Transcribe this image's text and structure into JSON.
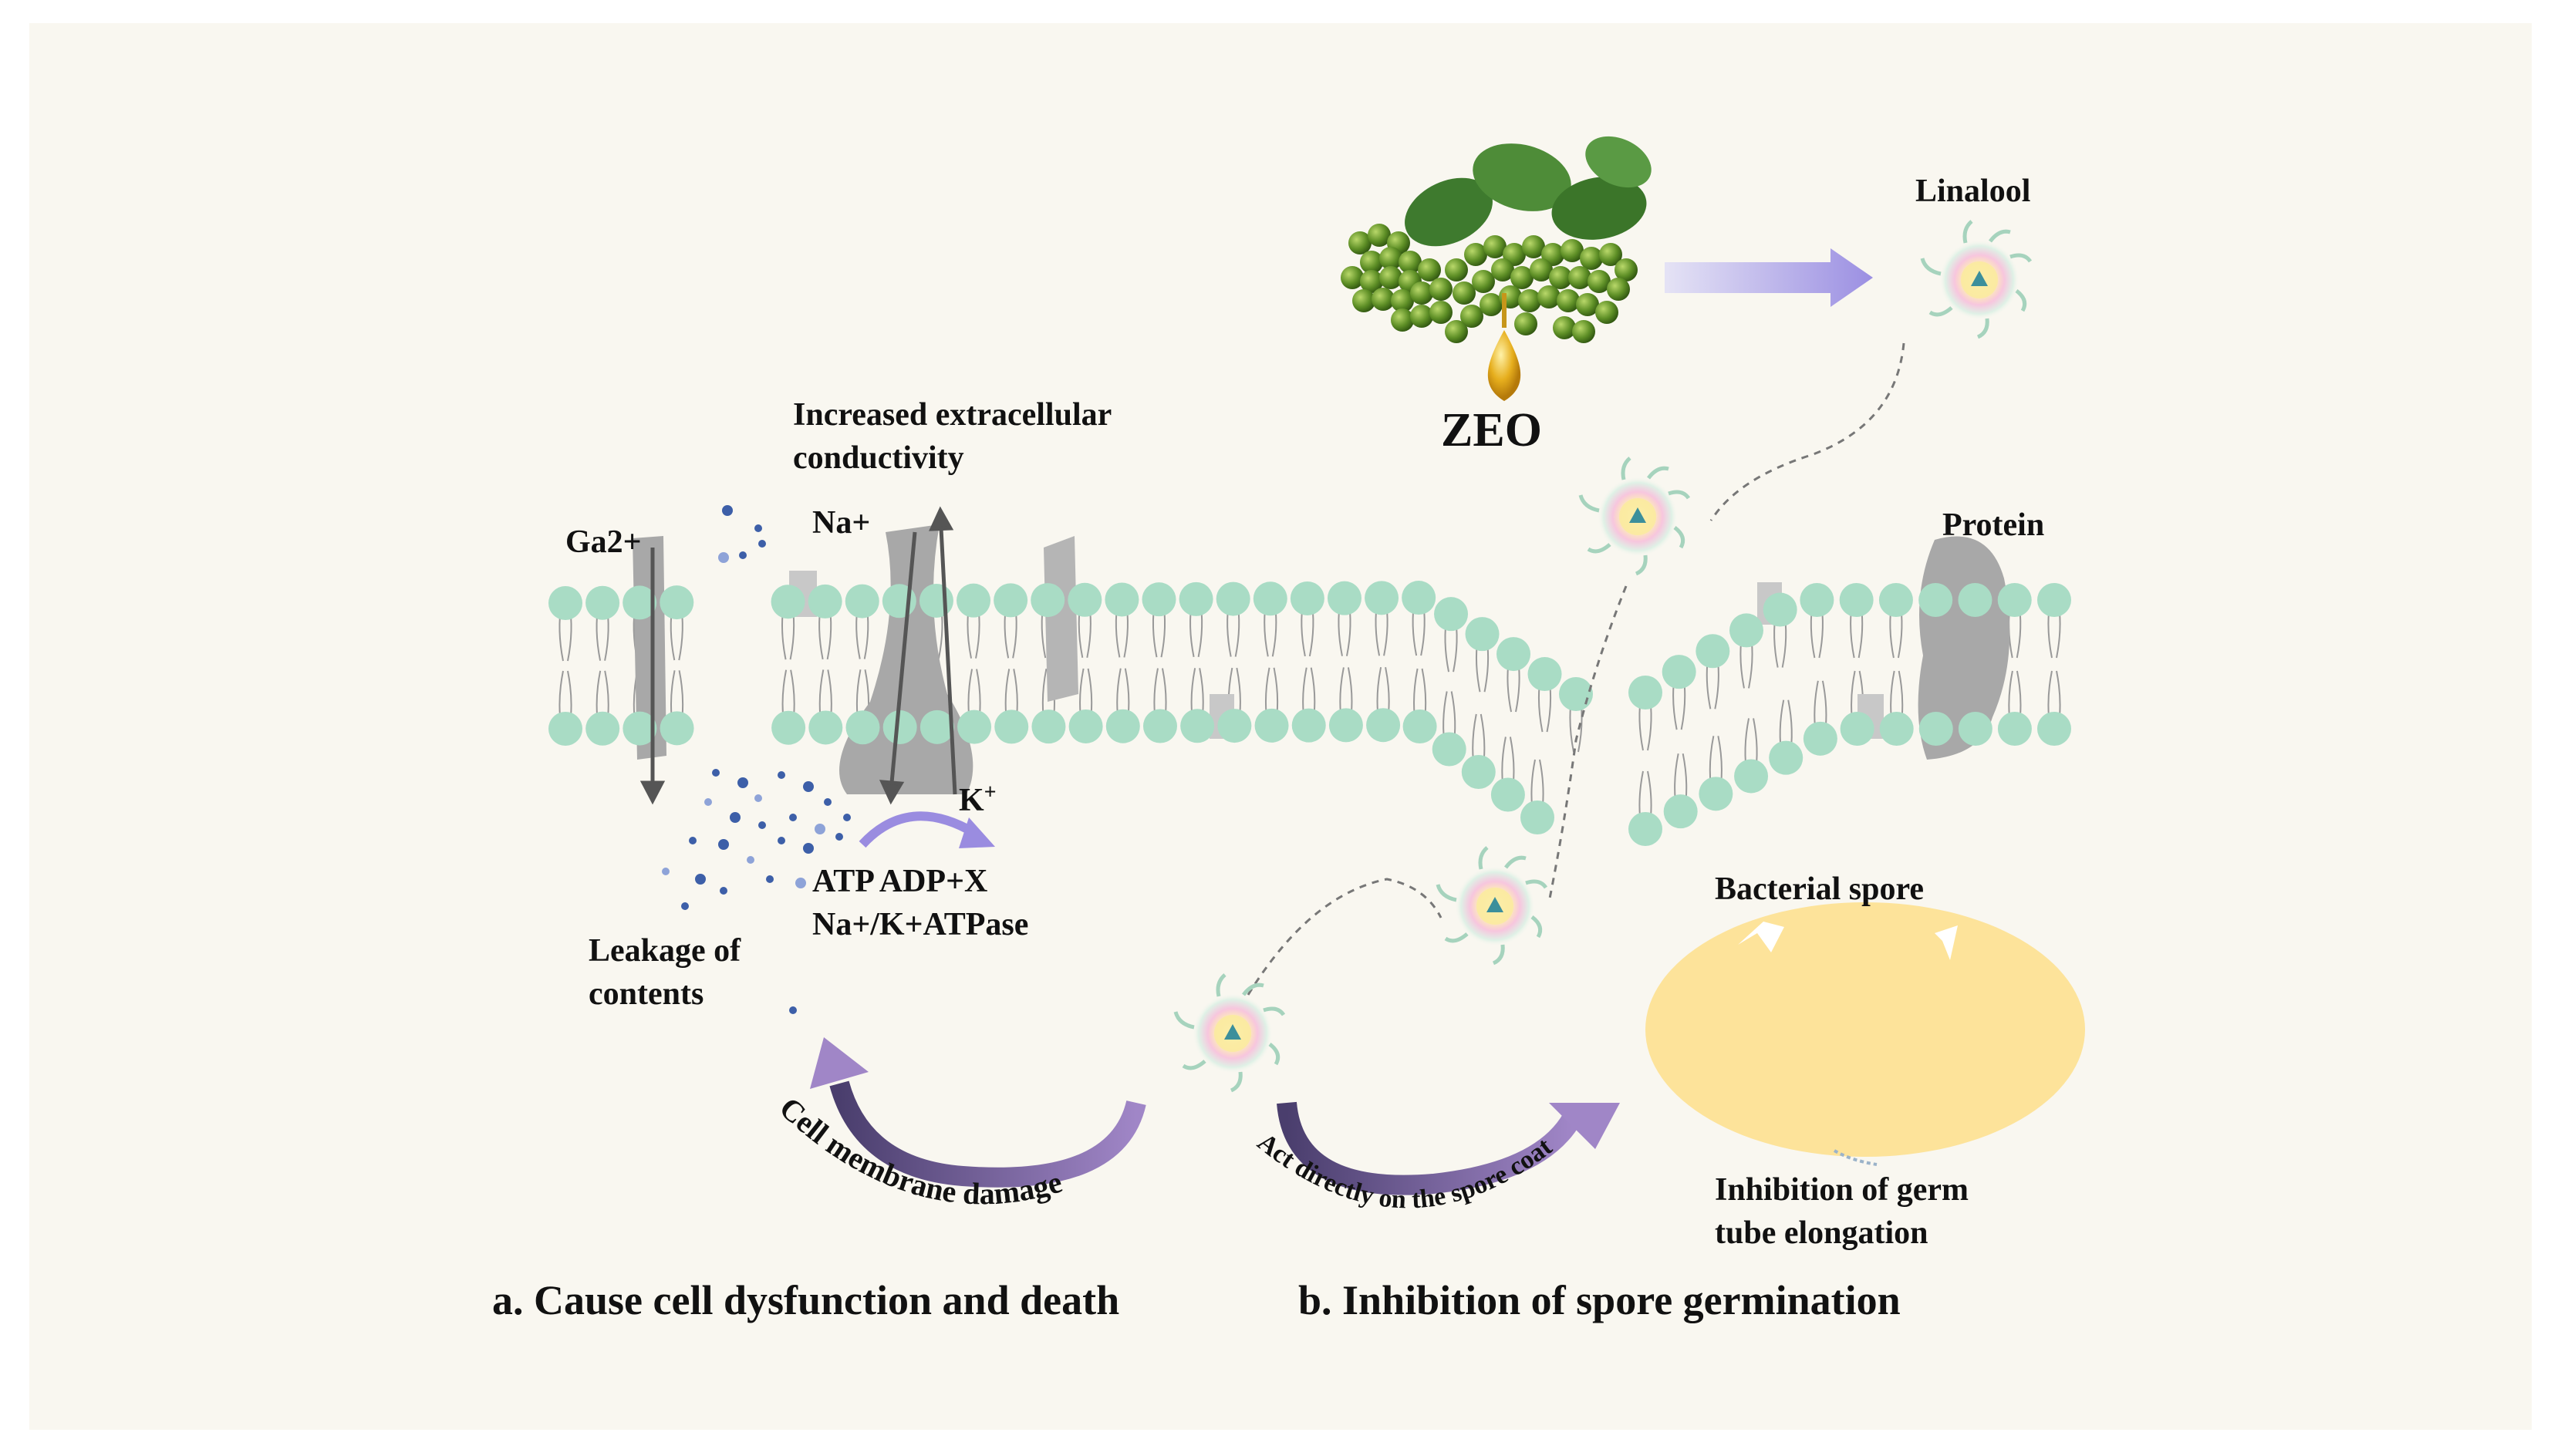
{
  "labels": {
    "zeo": "ZEO",
    "linalool": "Linalool",
    "protein": "Protein",
    "ga2": "Ga2+",
    "na": "Na+",
    "k": "K",
    "k_sup": "+",
    "increased_1": "Increased extracellular",
    "increased_2": "conductivity",
    "atp": "ATP ADP+X",
    "atpase": "Na+/K+ATPase",
    "leakage_1": "Leakage of",
    "leakage_2": "contents",
    "spore": "Bacterial spore",
    "germ_1": "Inhibition of germ",
    "germ_2": "tube elongation",
    "membrane_damage": "Cell membrane damage",
    "spore_coat": "Act directly on the spore coat"
  },
  "headings": {
    "a": "a. Cause cell dysfunction and death",
    "b": "b. Inhibition of spore germination"
  },
  "colors": {
    "background": "#f9f7f0",
    "lipid_head": "#a9dcc5",
    "protein": "#a8a8a8",
    "ion_dot": "#3d5fa8",
    "arrow_purple": "#6e5b92",
    "spore": "#fde39a"
  }
}
